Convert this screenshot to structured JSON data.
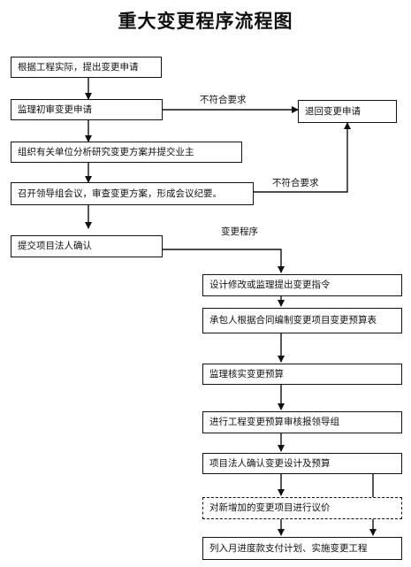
{
  "title": "重大变更程序流程图",
  "steps": {
    "s1": "根据工程实际，提出变更申请",
    "s2": "监理初审变更申请",
    "s3": "组织有关单位分析研究变更方案并提交业主",
    "s4": "召开领导组会议，审查变更方案，形成会议纪要。",
    "s5": "提交项目法人确认",
    "s6": "设计修改或监理提出变更指令",
    "s7": "承包人根据合同编制变更项目变更预算表",
    "s8": "监理核实变更预算",
    "s9": "进行工程变更预算审核报领导组",
    "s10": "项目法人确认变更设计及预算",
    "s11": "对新增加的变更项目进行议价",
    "s12": "列入月进度款支付计划、实施变更工程"
  },
  "reject_box": "退回变更申请",
  "labels": {
    "not_compliant_1": "不符合要求",
    "not_compliant_2": "不符合要求",
    "change_procedure": "变更程序"
  }
}
